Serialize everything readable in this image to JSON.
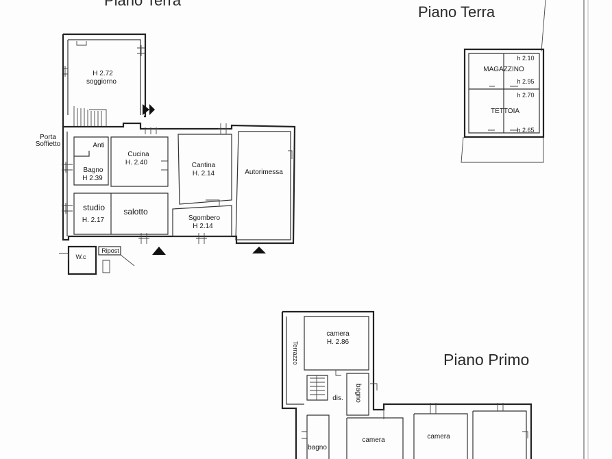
{
  "titles": {
    "ground_left": "Piano Terra",
    "ground_right": "Piano Terra",
    "first": "Piano Primo"
  },
  "ground": {
    "soggiorno_h": "H 2.72",
    "soggiorno": "soggiorno",
    "porta_soffietto": "Porta Soffietto",
    "anti": "Anti",
    "bagno": "Bagno",
    "bagno_h": "H 2.39",
    "cucina": "Cucina",
    "cucina_h": "H. 2.40",
    "cantina": "Cantina",
    "cantina_h": "H. 2.14",
    "autorimessa": "Autorimessa",
    "studio": "studio",
    "studio_h": "H. 2.17",
    "salotto": "salotto",
    "sgombero": "Sgombero",
    "sgombero_h": "H 2.14",
    "wc": "W.c",
    "ripost": "Ripost"
  },
  "annex": {
    "magazzino": "MAGAZZINO",
    "mag_h1": "h 2.10",
    "mag_h2": "h 2.95",
    "tettoia_h1": "h 2.70",
    "tettoia": "TETTOIA",
    "tettoia_h2": "h 2.65"
  },
  "first": {
    "terrazzo": "Terrazzo",
    "camera1": "camera",
    "camera1_h": "H. 2.86",
    "dis": "dis.",
    "bagno1": "bagno",
    "camera2": "camera",
    "camera3": "camera",
    "bagno2": "bagno"
  }
}
